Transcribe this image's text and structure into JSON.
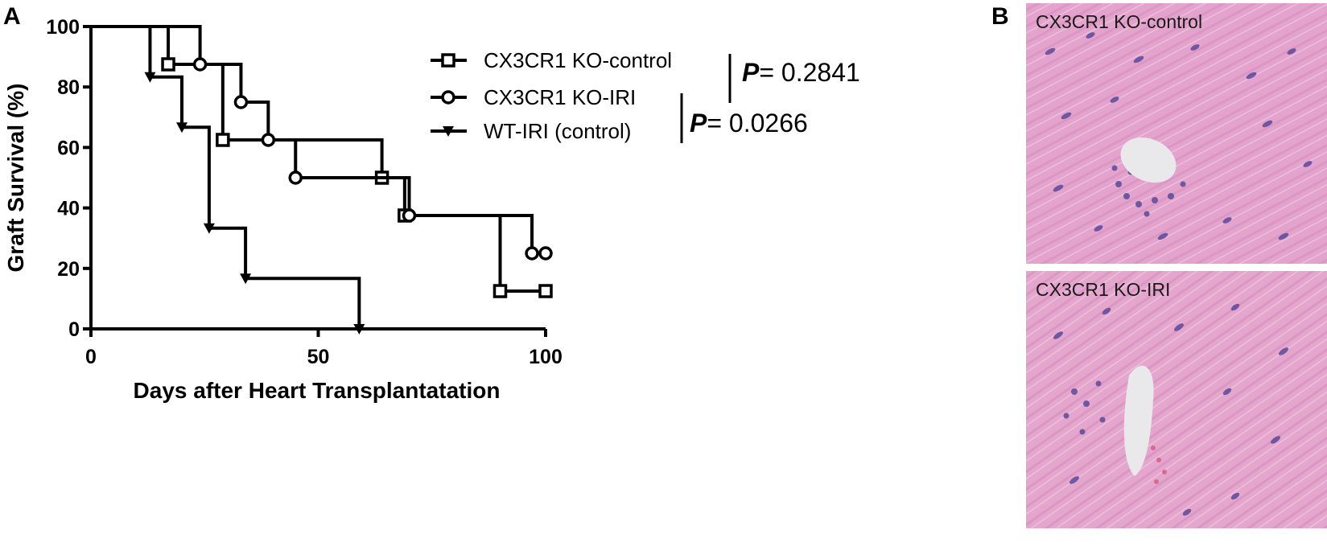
{
  "panels": {
    "a_letter": "A",
    "b_letter": "B"
  },
  "chart_data": {
    "type": "line",
    "step": true,
    "xlabel": "Days after Heart Transplantatation",
    "ylabel": "Graft Survival (%)",
    "xlim": [
      0,
      100
    ],
    "ylim": [
      0,
      100
    ],
    "xticks": [
      0,
      50,
      100
    ],
    "yticks": [
      0,
      20,
      40,
      60,
      80,
      100
    ],
    "grid": false,
    "legend_position": "top-right",
    "series": [
      {
        "name": "CX3CR1 KO-control",
        "marker": "square",
        "steps": [
          [
            0,
            100
          ],
          [
            17,
            87.5
          ],
          [
            29,
            62.5
          ],
          [
            64,
            50
          ],
          [
            69,
            37.5
          ],
          [
            90,
            12.5
          ],
          [
            100,
            12.5
          ]
        ],
        "markers": [
          [
            17,
            87.5
          ],
          [
            29,
            62.5
          ],
          [
            64,
            50
          ],
          [
            69,
            37.5
          ],
          [
            90,
            12.5
          ],
          [
            100,
            12.5
          ]
        ]
      },
      {
        "name": "CX3CR1 KO-IRI",
        "marker": "circle",
        "steps": [
          [
            0,
            100
          ],
          [
            24,
            87.5
          ],
          [
            33,
            75
          ],
          [
            39,
            62.5
          ],
          [
            45,
            50
          ],
          [
            70,
            37.5
          ],
          [
            97,
            25
          ],
          [
            100,
            25
          ]
        ],
        "markers": [
          [
            24,
            87.5
          ],
          [
            33,
            75
          ],
          [
            39,
            62.5
          ],
          [
            45,
            50
          ],
          [
            70,
            37.5
          ],
          [
            97,
            25
          ],
          [
            100,
            25
          ]
        ]
      },
      {
        "name": "WT-IRI (control)",
        "marker": "triangle-down",
        "steps": [
          [
            0,
            100
          ],
          [
            13,
            83.3
          ],
          [
            20,
            66.7
          ],
          [
            26,
            33.3
          ],
          [
            34,
            16.7
          ],
          [
            59,
            0
          ]
        ],
        "markers": [
          [
            13,
            83.3
          ],
          [
            20,
            66.7
          ],
          [
            26,
            33.3
          ],
          [
            34,
            16.7
          ],
          [
            59,
            0
          ]
        ]
      }
    ],
    "annotations": [
      {
        "text_p": "P",
        "text_value": "= 0.2841",
        "comparison": [
          "CX3CR1 KO-control",
          "CX3CR1 KO-IRI"
        ]
      },
      {
        "text_p": "P",
        "text_value": "= 0.0266",
        "comparison": [
          "CX3CR1 KO-IRI",
          "WT-IRI (control)"
        ]
      }
    ]
  },
  "histology": [
    {
      "label": "CX3CR1 KO-control"
    },
    {
      "label": "CX3CR1 KO-IRI"
    }
  ],
  "colors": {
    "line": "#000000",
    "tissue": "#e3a3cc",
    "nuclei": "#5a4a9a",
    "lumen": "#e9e9ec"
  }
}
